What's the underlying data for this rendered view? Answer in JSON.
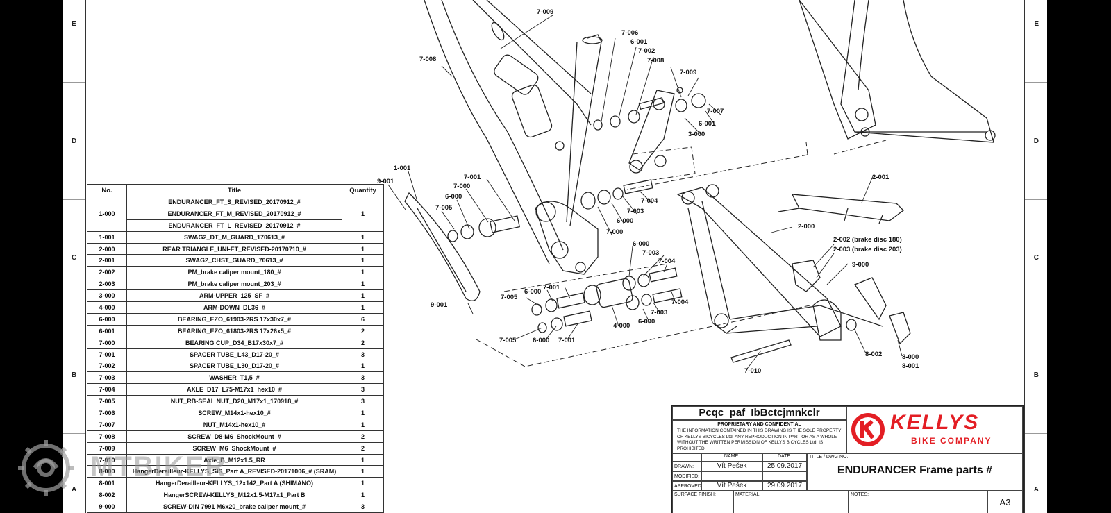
{
  "zones_left": [
    "E",
    "D",
    "C",
    "B",
    "A"
  ],
  "zones_right": [
    "E",
    "D",
    "C",
    "B",
    "A"
  ],
  "bom": {
    "headers": [
      "No.",
      "Title",
      "Quantity"
    ],
    "group_1000": {
      "no": "1-000",
      "titles": [
        "ENDURANCER_FT_S_REVISED_20170912_#",
        "ENDURANCER_FT_M_REVISED_20170912_#",
        "ENDURANCER_FT_L_REVISED_20170912_#"
      ],
      "qty": "1"
    },
    "rows": [
      {
        "no": "1-001",
        "title": "SWAG2_DT_M_GUARD_170613_#",
        "qty": "1"
      },
      {
        "no": "2-000",
        "title": "REAR TRIANGLE_UNI-ET_REVISED-20170710_#",
        "qty": "1"
      },
      {
        "no": "2-001",
        "title": "SWAG2_CHST_GUARD_70613_#",
        "qty": "1"
      },
      {
        "no": "2-002",
        "title": "PM_brake caliper mount_180_#",
        "qty": "1"
      },
      {
        "no": "2-003",
        "title": "PM_brake caliper mount_203_#",
        "qty": "1"
      },
      {
        "no": "3-000",
        "title": "ARM-UPPER_125_SF_#",
        "qty": "1"
      },
      {
        "no": "4-000",
        "title": "ARM-DOWN_DL36_#",
        "qty": "1"
      },
      {
        "no": "6-000",
        "title": "BEARING_EZO_61903-2RS 17x30x7_#",
        "qty": "6"
      },
      {
        "no": "6-001",
        "title": "BEARING_EZO_61803-2RS 17x26x5_#",
        "qty": "2"
      },
      {
        "no": "7-000",
        "title": "BEARING CUP_D34_B17x30x7_#",
        "qty": "2"
      },
      {
        "no": "7-001",
        "title": "SPACER TUBE_L43_D17-20_#",
        "qty": "3"
      },
      {
        "no": "7-002",
        "title": "SPACER TUBE_L30_D17-20_#",
        "qty": "1"
      },
      {
        "no": "7-003",
        "title": "WASHER_T1,5_#",
        "qty": "3"
      },
      {
        "no": "7-004",
        "title": "AXLE_D17_L75-M17x1_hex10_#",
        "qty": "3"
      },
      {
        "no": "7-005",
        "title": "NUT_RB-SEAL NUT_D20_M17x1_170918_#",
        "qty": "3"
      },
      {
        "no": "7-006",
        "title": "SCREW_M14x1-hex10_#",
        "qty": "1"
      },
      {
        "no": "7-007",
        "title": "NUT_M14x1-hex10_#",
        "qty": "1"
      },
      {
        "no": "7-008",
        "title": "SCREW_D8-M6_ShockMount_#",
        "qty": "2"
      },
      {
        "no": "7-009",
        "title": "SCREW_M6_ShockMount_#",
        "qty": "2"
      },
      {
        "no": "7-010",
        "title": "Axle_B_M12x1.5_RR",
        "qty": "1"
      },
      {
        "no": "8-000",
        "title": "HangerDerailleur-KELLYS_SIS_Part A_REVISED-20171006_# (SRAM)",
        "qty": "1"
      },
      {
        "no": "8-001",
        "title": "HangerDerailleur-KELLYS_12x142_Part A (SHIMANO)",
        "qty": "1"
      },
      {
        "no": "8-002",
        "title": "HangerSCREW-KELLYS_M12x1,5-M17x1_Part B",
        "qty": "1"
      },
      {
        "no": "9-000",
        "title": "SCREW-DIN 7991 M6x20_brake caliper mount_#",
        "qty": "3"
      }
    ]
  },
  "callouts": {
    "c7009a": "7-009",
    "c7008a": "7-008",
    "c7006": "7-006",
    "c6001a": "6-001",
    "c7002": "7-002",
    "c7008b": "7-008",
    "c7009b": "7-009",
    "c7007": "7-007",
    "c6001b": "6-001",
    "c3000": "3-000",
    "c1001": "1-001",
    "c9001a": "9-001",
    "c7001a": "7-001",
    "c7000a": "7-000",
    "c6000a": "6-000",
    "c7005a": "7-005",
    "c7004a": "7-004",
    "c7003a": "7-003",
    "c6000b": "6-000",
    "c7000b": "7-000",
    "c6000c": "6-000",
    "c7003b": "7-003",
    "c7004b": "7-004",
    "c7005b": "7-005",
    "c6000d": "6-000",
    "c7001b": "7-001",
    "c9001b": "9-001",
    "c7004c": "7-004",
    "c7003c": "7-003",
    "c6000e": "6-000",
    "c4000": "4-000",
    "c7005c": "7-005",
    "c6000f": "6-000",
    "c7001c": "7-001",
    "c2001": "2-001",
    "c2000": "2-000",
    "c2002": "2-002 (brake disc 180)",
    "c2003": "2-003 (brake disc 203)",
    "c9000": "9-000",
    "c8002": "8-002",
    "c8000": "8-000",
    "c8001": "8-001",
    "c7010": "7-010"
  },
  "title_block": {
    "drawing_code": "Pcqc_paf_IbBctcjmnkclr",
    "proprietary_heading": "PROPRIETARY AND CONFIDENTIAL",
    "proprietary_text": "THE INFORMATION CONTAINED IN THIS DRAWING IS THE SOLE PROPERTY OF KELLYS BICYCLES Ltd. ANY REPRODUCTION IN PART OR AS A WHOLE WITHOUT THE WRITTEN PERMISSION OF KELLYS BICYCLES Ltd. IS PROHIBITED.",
    "brand": "KELLYS",
    "brand_sub": "BIKE COMPANY",
    "brand_color": "#e31e24",
    "name_header": "NAME:",
    "date_header": "DATE:",
    "title_label": "TITLE / DWG NO.:",
    "drawn_label": "DRAWN:",
    "drawn_name": "Vít Pešek",
    "drawn_date": "25.09.2017",
    "modified_label": "MODIFIED:",
    "approved_label": "APPROVED:",
    "approved_name": "Vít Pešek",
    "approved_date": "29.09.2017",
    "drawing_title": "ENDURANCER Frame parts #",
    "surface_label": "SURFACE FINISH:",
    "material_label": "MATERIAL:",
    "notes_label": "NOTES:",
    "sheet_size": "A3"
  },
  "watermark": {
    "text": "MTBIKER",
    "icon": "gear-logo-icon"
  }
}
